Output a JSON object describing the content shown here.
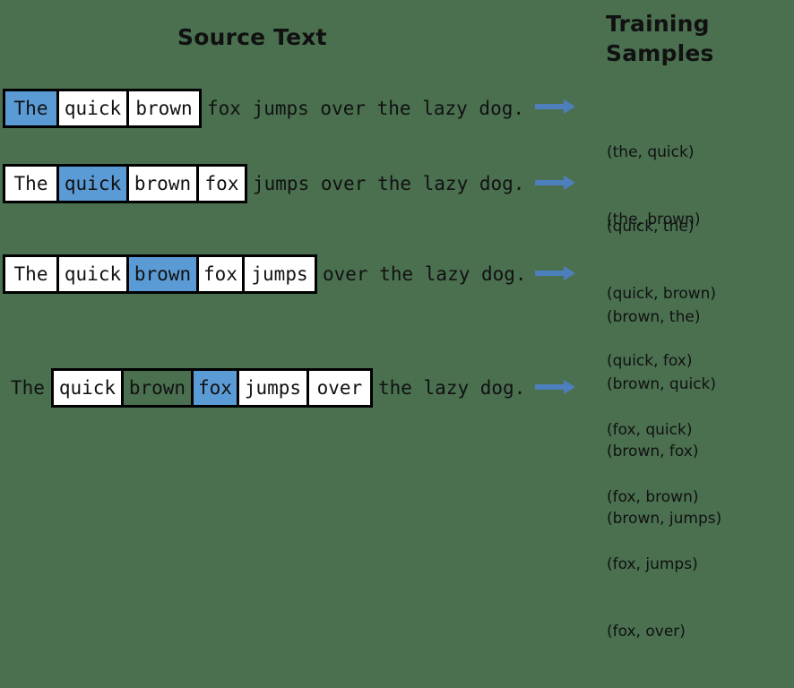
{
  "headings": {
    "source": "Source Text",
    "training_line1": "Training",
    "training_line2": "Samples"
  },
  "colors": {
    "background": "#4a7050",
    "highlight": "#5b9bd5",
    "cell_fill": "#ffffff",
    "border": "#000000",
    "arrow": "#4d7fbd",
    "text": "#111111"
  },
  "sentence": "The quick brown fox jumps over the lazy dog.",
  "rows": [
    {
      "lead": "",
      "cells": [
        {
          "text": "The",
          "state": "highlight"
        },
        {
          "text": "quick",
          "state": "plain"
        },
        {
          "text": "brown",
          "state": "plain"
        }
      ],
      "tail": "fox jumps over the lazy dog.",
      "arrow": "right-arrow-icon",
      "samples": [
        "(the, quick)",
        "(the, brown)"
      ]
    },
    {
      "lead": "",
      "cells": [
        {
          "text": "The",
          "state": "plain"
        },
        {
          "text": "quick",
          "state": "highlight"
        },
        {
          "text": "brown",
          "state": "plain"
        },
        {
          "text": "fox",
          "state": "plain"
        }
      ],
      "tail": "jumps over the lazy dog.",
      "arrow": "right-arrow-icon",
      "samples": [
        "(quick, the)",
        "(quick, brown)",
        "(quick, fox)"
      ]
    },
    {
      "lead": "",
      "cells": [
        {
          "text": "The",
          "state": "plain"
        },
        {
          "text": "quick",
          "state": "plain"
        },
        {
          "text": "brown",
          "state": "highlight"
        },
        {
          "text": "fox",
          "state": "plain"
        },
        {
          "text": "jumps",
          "state": "plain"
        }
      ],
      "tail": "over the lazy dog.",
      "arrow": "right-arrow-icon",
      "samples": [
        "(brown, the)",
        "(brown, quick)",
        "(brown, fox)",
        "(brown, jumps)"
      ]
    },
    {
      "lead": "The",
      "cells": [
        {
          "text": "quick",
          "state": "plain"
        },
        {
          "text": "brown",
          "state": "transparent"
        },
        {
          "text": "fox",
          "state": "highlight"
        },
        {
          "text": "jumps",
          "state": "plain"
        },
        {
          "text": "over",
          "state": "plain"
        }
      ],
      "tail": "the lazy dog.",
      "arrow": "right-arrow-icon",
      "samples": [
        "(fox, quick)",
        "(fox, brown)",
        "(fox, jumps)",
        "(fox, over)"
      ]
    }
  ]
}
